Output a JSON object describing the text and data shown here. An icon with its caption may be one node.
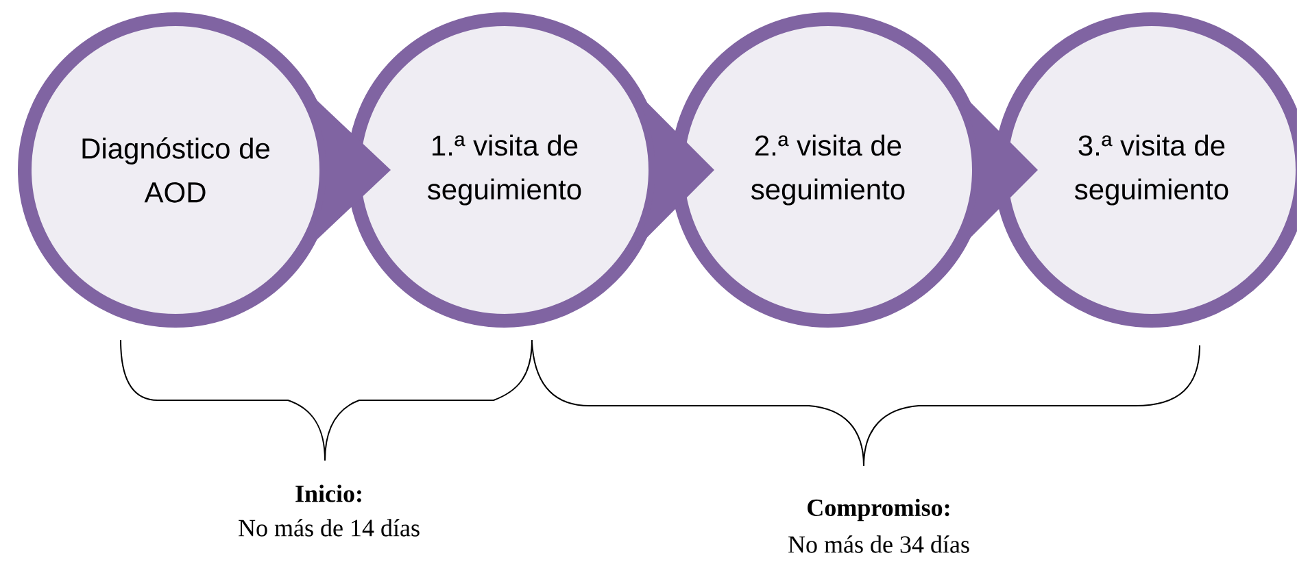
{
  "diagram": {
    "nodes": [
      {
        "text": [
          "Diagnóstico de AOD"
        ]
      },
      {
        "text": [
          "1.ª visita de seguimiento"
        ]
      },
      {
        "text": [
          "2.ª visita de seguimiento"
        ]
      },
      {
        "text": [
          "3.ª visita de seguimiento"
        ]
      }
    ],
    "edges": [
      {
        "from": 0,
        "to": 1,
        "arrow": "to"
      },
      {
        "from": 1,
        "to": 2,
        "arrow": "to"
      },
      {
        "from": 2,
        "to": 3,
        "arrow": "to"
      }
    ],
    "labels": [
      "Inicio:",
      "No más de 14 días",
      "Compromiso:",
      "No más de 34 días"
    ]
  }
}
